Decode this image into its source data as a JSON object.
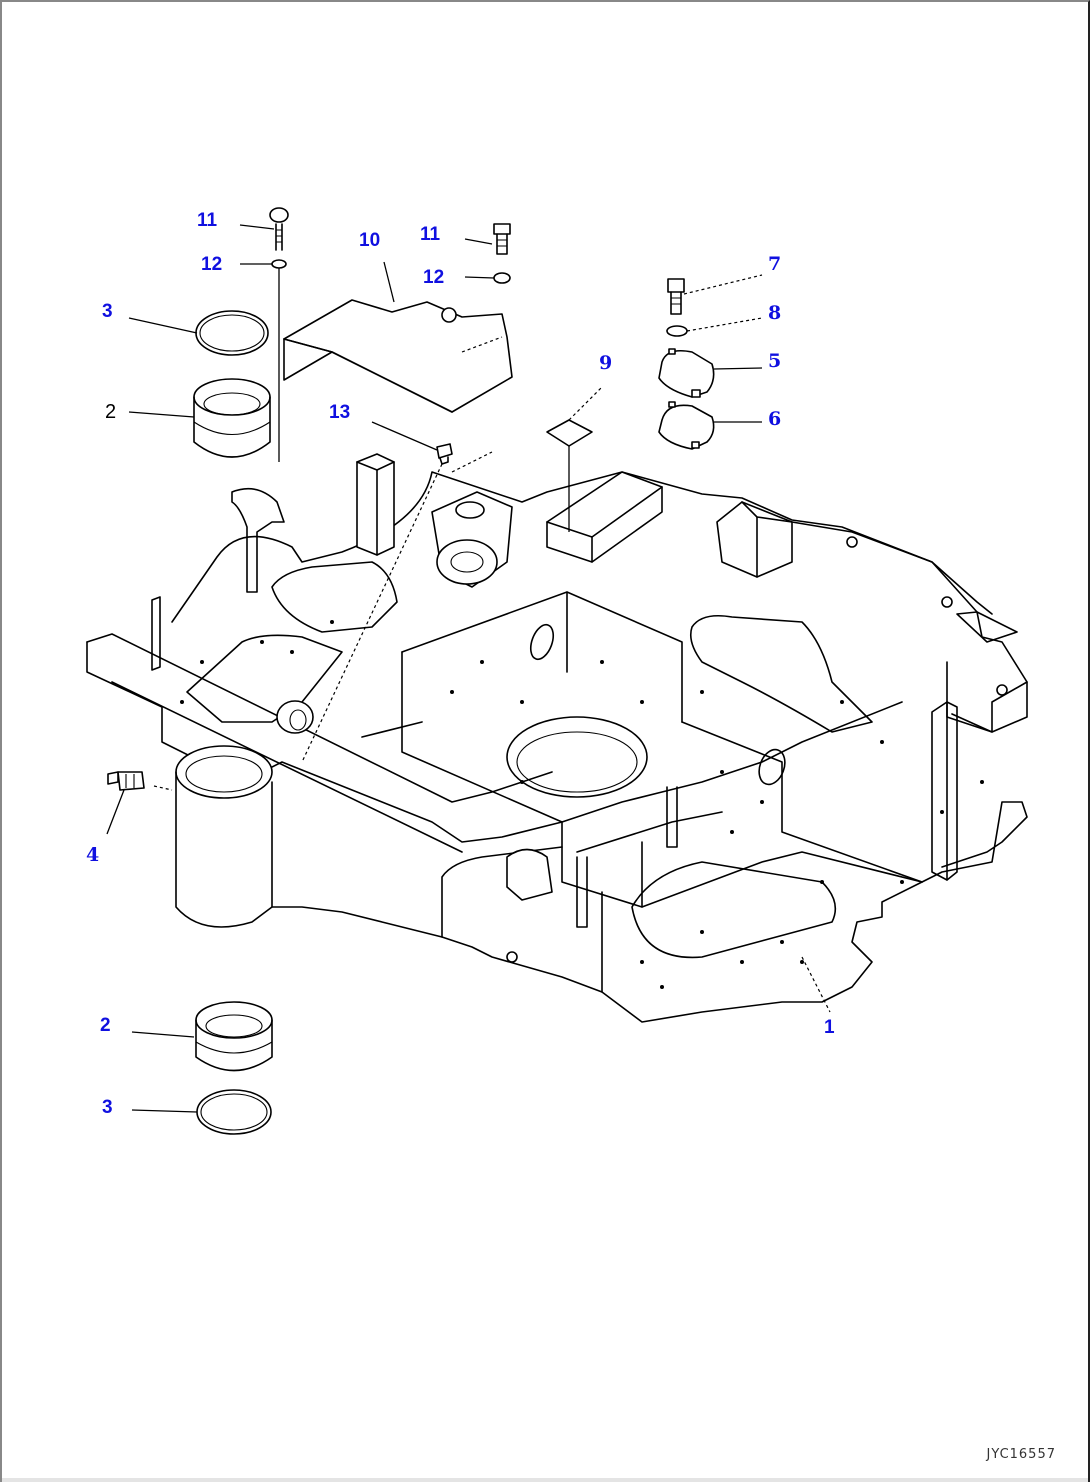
{
  "diagram": {
    "type": "exploded parts diagram",
    "subject": "Revolving frame assembly",
    "drawing_id": "JYC16557",
    "colors": {
      "callout_blue": "#1010e0",
      "callout_black": "#000000",
      "line": "#000000",
      "background": "#ffffff"
    },
    "callouts": [
      {
        "id": "c11a",
        "label": "11",
        "color": "blue",
        "part": "bolt"
      },
      {
        "id": "c12a",
        "label": "12",
        "color": "blue",
        "part": "washer"
      },
      {
        "id": "c3a",
        "label": "3",
        "color": "blue",
        "part": "seal ring"
      },
      {
        "id": "c2a",
        "label": "2",
        "color": "black",
        "part": "bushing"
      },
      {
        "id": "c10",
        "label": "10",
        "color": "blue",
        "part": "cover plate"
      },
      {
        "id": "c11b",
        "label": "11",
        "color": "blue",
        "part": "bolt"
      },
      {
        "id": "c12b",
        "label": "12",
        "color": "blue",
        "part": "washer"
      },
      {
        "id": "c13",
        "label": "13",
        "color": "blue",
        "part": "screw"
      },
      {
        "id": "c9",
        "label": "9",
        "color": "blue",
        "part": "pad"
      },
      {
        "id": "c7",
        "label": "7",
        "color": "blue",
        "part": "bolt"
      },
      {
        "id": "c8",
        "label": "8",
        "color": "blue",
        "part": "washer"
      },
      {
        "id": "c5",
        "label": "5",
        "color": "blue",
        "part": "cover"
      },
      {
        "id": "c6",
        "label": "6",
        "color": "blue",
        "part": "gasket"
      },
      {
        "id": "c4",
        "label": "4",
        "color": "blue",
        "part": "grease fitting"
      },
      {
        "id": "c1",
        "label": "1",
        "color": "blue",
        "part": "revolving frame"
      },
      {
        "id": "c2b",
        "label": "2",
        "color": "blue",
        "part": "bushing"
      },
      {
        "id": "c3b",
        "label": "3",
        "color": "blue",
        "part": "seal ring"
      }
    ]
  }
}
